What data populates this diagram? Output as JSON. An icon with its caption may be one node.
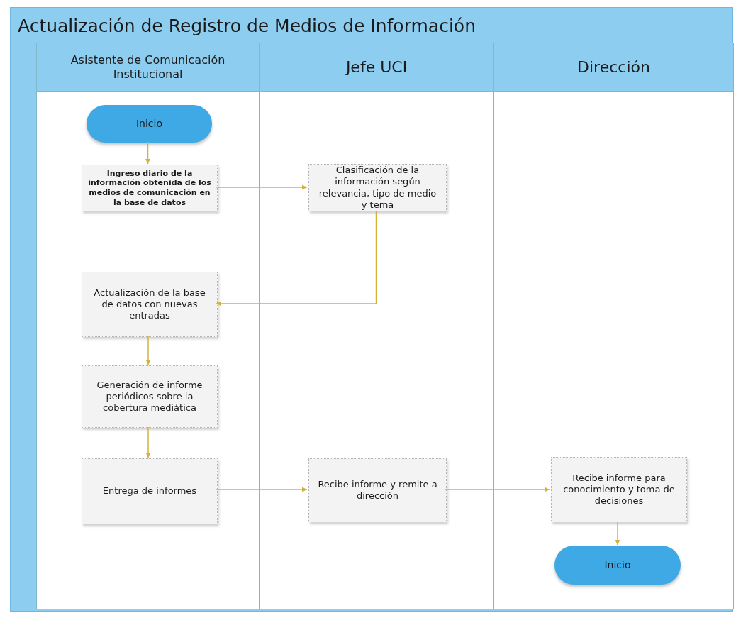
{
  "diagram": {
    "nodes": [
      {
        "text": [
          "Actualización de Registro de Medios de Información"
        ]
      },
      {
        "text": [
          "Asistente de Comunicación Institucional"
        ],
        "in": 0
      },
      {
        "text": [
          "Jefe UCI"
        ],
        "in": 0
      },
      {
        "text": [
          "Dirección"
        ],
        "in": 0
      },
      {
        "text": [
          "Inicio"
        ],
        "in": 1
      },
      {
        "text": [
          "Ingreso diario de la información obtenida de los medios de comunicación en la base de datos"
        ],
        "in": 1
      },
      {
        "text": [
          "Clasificación de la información según relevancia, tipo de medio y tema"
        ],
        "in": 2
      },
      {
        "text": [
          "Actualización de la base de datos con nuevas entradas"
        ],
        "in": 1
      },
      {
        "text": [
          "Generación de informe periódicos sobre la cobertura mediática"
        ],
        "in": 1
      },
      {
        "text": [
          "Entrega de informes"
        ],
        "in": 1
      },
      {
        "text": [
          "Recibe informe y remite a dirección"
        ],
        "in": 2
      },
      {
        "text": [
          "Recibe informe para conocimiento y toma de decisiones"
        ],
        "in": 3
      },
      {
        "text": [
          "Inicio"
        ],
        "in": 3
      }
    ],
    "edges": [
      {
        "from": 4,
        "to": 5,
        "arrow": "to"
      },
      {
        "from": 5,
        "to": 6,
        "arrow": "to"
      },
      {
        "from": 6,
        "to": 7,
        "arrow": "to"
      },
      {
        "from": 7,
        "to": 8,
        "arrow": "to"
      },
      {
        "from": 8,
        "to": 9,
        "arrow": "to"
      },
      {
        "from": 9,
        "to": 10,
        "arrow": "to"
      },
      {
        "from": 10,
        "to": 11,
        "arrow": "to"
      },
      {
        "from": 11,
        "to": 12,
        "arrow": "to"
      }
    ]
  }
}
